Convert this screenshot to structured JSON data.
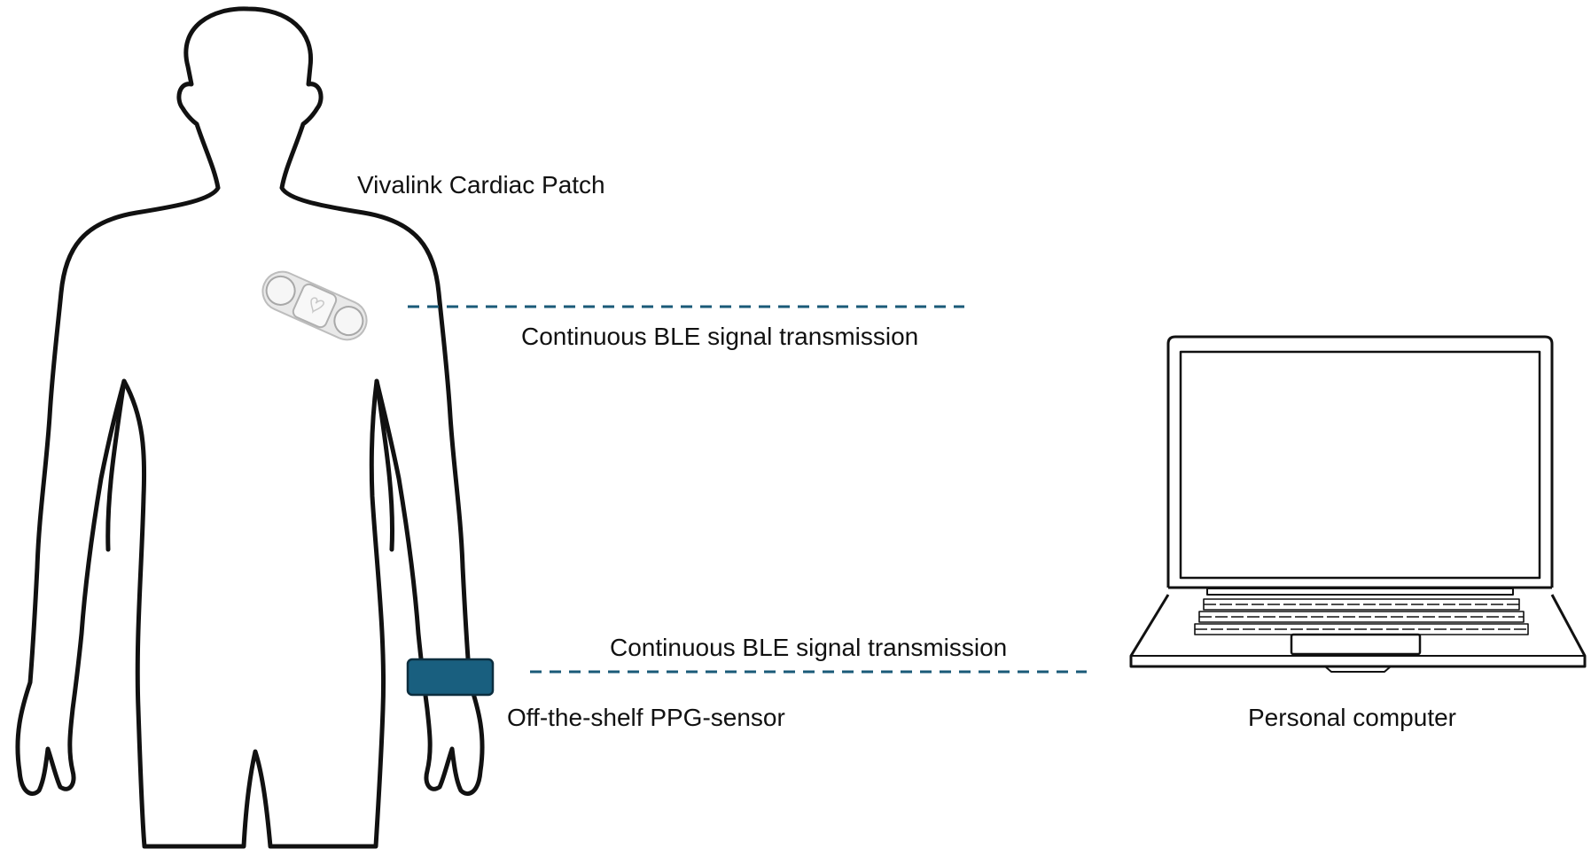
{
  "labels": {
    "patch": "Vivalink Cardiac Patch",
    "ble_top": "Continuous BLE signal transmission",
    "ble_bottom": "Continuous BLE signal transmission",
    "ppg": "Off-the-shelf PPG-sensor",
    "computer": "Personal computer"
  },
  "colors": {
    "link_line": "#1a5a78",
    "ppg_band": "#195f7f",
    "outline": "#111111"
  },
  "icons": [
    "human-body-outline",
    "cardiac-patch-icon",
    "ppg-sensor-band-icon",
    "laptop-icon"
  ]
}
